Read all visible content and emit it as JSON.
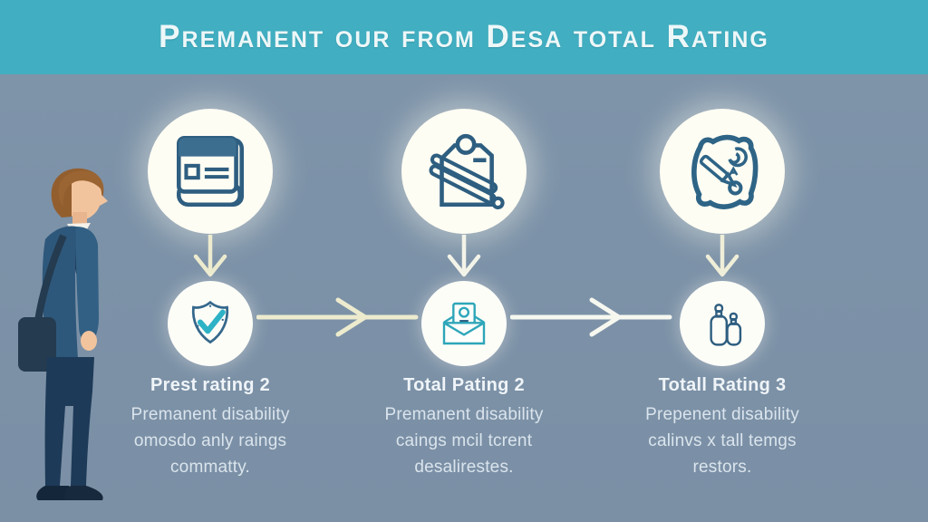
{
  "title": "Premanent our from Desa total Rating",
  "colors": {
    "banner_background": "#41aec1",
    "page_background": "#7c92a8",
    "icon_dark_blue": "#2e5e80",
    "accent_teal": "#2eb2c5",
    "arrow_cream": "#edebce",
    "arrow_white": "#f6f8f0",
    "circle_fill": "#fefdf3",
    "heading_text": "#eff4f8",
    "body_text": "#dae4ed"
  },
  "figure": {
    "icon": "businessman-with-shoulder-bag-illustration"
  },
  "flow": {
    "down_arrow_icon": "arrow-down",
    "right_arrow_icon": "arrow-right"
  },
  "columns": [
    {
      "top_icon": "book-document-icon",
      "mid_icon": "shield-check-icon",
      "heading": "Prest rating 2",
      "lines": [
        "Premanent disability",
        "omosdo anly raings",
        "commatty."
      ]
    },
    {
      "top_icon": "clipboard-pencil-icon",
      "mid_icon": "envelope-letter-icon",
      "heading": "Total Pating 2",
      "lines": [
        "Premanent disability",
        "caings mcil tcrent",
        "desalirestes."
      ]
    },
    {
      "top_icon": "certificate-doodle-icon",
      "mid_icon": "two-figures-icon",
      "heading": "Totall Rating 3",
      "lines": [
        "Prepenent disability",
        "calinvs x tall temgs",
        "restors."
      ]
    }
  ]
}
